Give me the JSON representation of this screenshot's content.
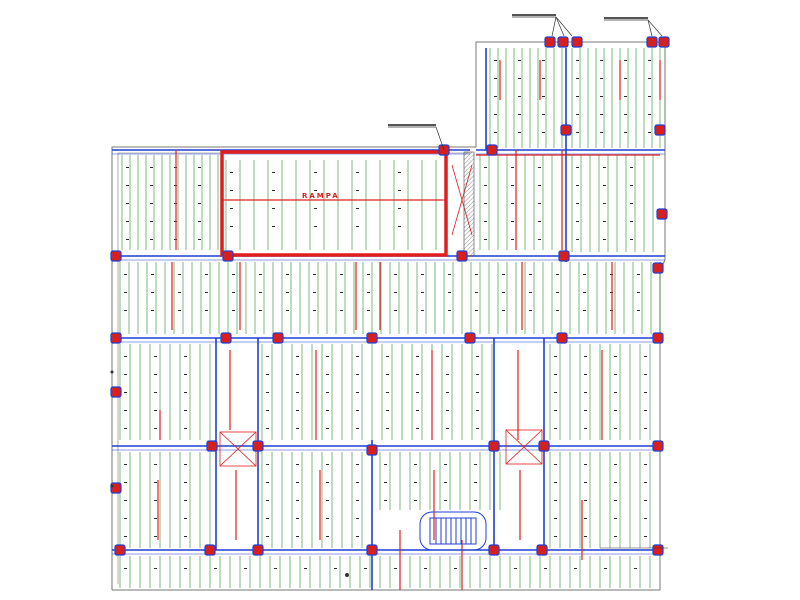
{
  "drawing": {
    "ramp_label": "RAMPA",
    "colors": {
      "background": "#ffffff",
      "outline": "#777777",
      "slab_ribs": "#2e8b2e",
      "beams": "#1f3fd6",
      "reinforcement": "#e01e1e",
      "columns": "#d62020",
      "text": "#1a1a1a"
    },
    "icons": [
      "column-marker",
      "stair-icon",
      "shaft-cross",
      "ramp-hatch",
      "callout-leader"
    ]
  }
}
